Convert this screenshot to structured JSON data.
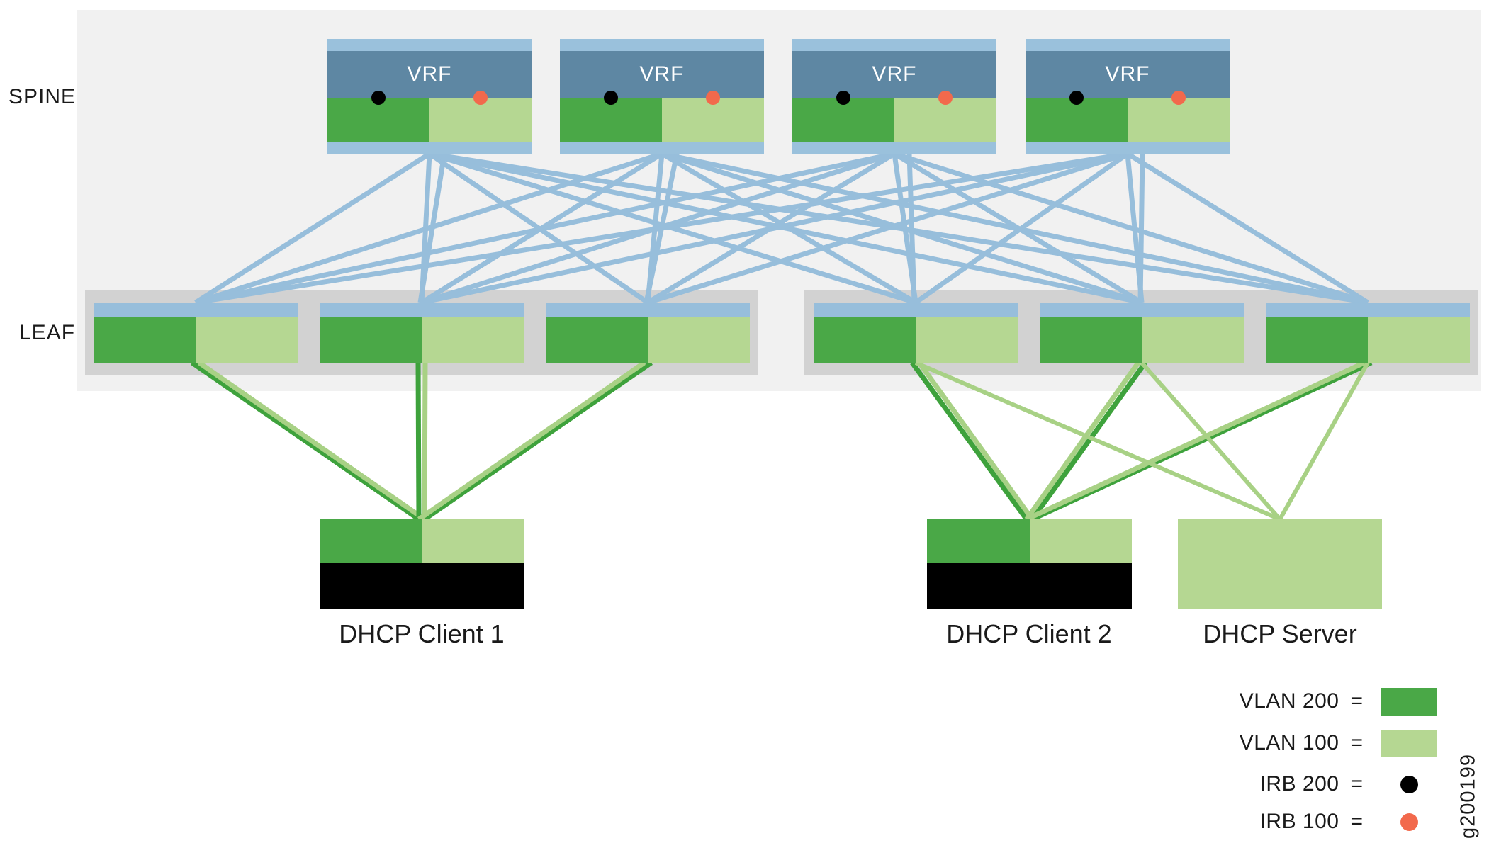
{
  "labels": {
    "spine_tier": "SPINE",
    "leaf_tier": "LEAF",
    "vrf": "VRF"
  },
  "spines": [
    {
      "label": "VRF"
    },
    {
      "label": "VRF"
    },
    {
      "label": "VRF"
    },
    {
      "label": "VRF"
    }
  ],
  "leaves": [
    "leaf-1",
    "leaf-2",
    "leaf-3",
    "leaf-4",
    "leaf-5",
    "leaf-6"
  ],
  "endpoints": [
    {
      "id": "client1",
      "label": "DHCP Client 1",
      "type": "client"
    },
    {
      "id": "client2",
      "label": "DHCP Client 2",
      "type": "client"
    },
    {
      "id": "server",
      "label": "DHCP Server",
      "type": "server"
    }
  ],
  "legend": [
    {
      "label": "VLAN 200",
      "eq": "=",
      "symbol": "swatch",
      "color_key": "vlan200"
    },
    {
      "label": "VLAN 100",
      "eq": "=",
      "symbol": "swatch",
      "color_key": "vlan100"
    },
    {
      "label": "IRB 200",
      "eq": "=",
      "symbol": "dot",
      "color_key": "irb200"
    },
    {
      "label": "IRB 100",
      "eq": "=",
      "symbol": "dot",
      "color_key": "irb100"
    }
  ],
  "watermark": "g200199",
  "colors": {
    "vlan200": "#4aa847",
    "vlan100": "#b5d792",
    "irb200": "#000000",
    "irb100": "#f2694c",
    "fabric_blue": "#97bedb",
    "spine_frame": "#9ac1dc",
    "vrf_band": "#5e87a3",
    "line_dark_green": "#3ea23c",
    "line_light_green": "#a8d185",
    "gray_group": "#d2d2d2",
    "fabric_bg": "#f1f1f1",
    "endpoint_black": "#000000"
  },
  "links": {
    "spine_leaf": "full-mesh",
    "access": [
      {
        "from": "leaf-1",
        "to": "client1",
        "vlans": [
          "200",
          "100"
        ]
      },
      {
        "from": "leaf-2",
        "to": "client1",
        "vlans": [
          "200",
          "100"
        ]
      },
      {
        "from": "leaf-3",
        "to": "client1",
        "vlans": [
          "200",
          "100"
        ]
      },
      {
        "from": "leaf-4",
        "to": "client2",
        "vlans": [
          "200",
          "100"
        ]
      },
      {
        "from": "leaf-5",
        "to": "client2",
        "vlans": [
          "200",
          "100"
        ]
      },
      {
        "from": "leaf-6",
        "to": "client2",
        "vlans": [
          "200",
          "100"
        ]
      },
      {
        "from": "leaf-4",
        "to": "server",
        "vlans": [
          "100"
        ]
      },
      {
        "from": "leaf-5",
        "to": "server",
        "vlans": [
          "100"
        ]
      },
      {
        "from": "leaf-6",
        "to": "server",
        "vlans": [
          "100"
        ]
      }
    ]
  }
}
